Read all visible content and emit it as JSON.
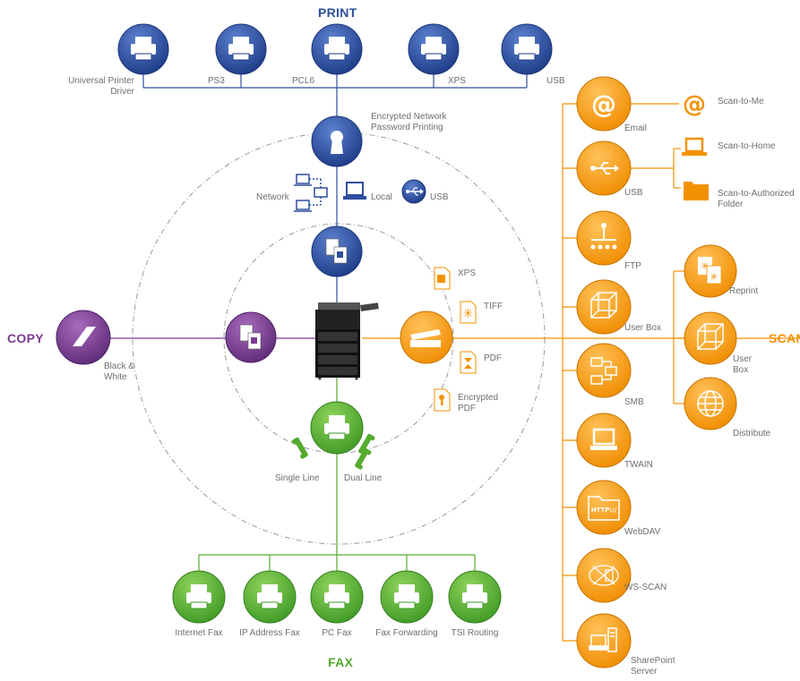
{
  "colors": {
    "print": "#2e4f9e",
    "scan": "#f39200",
    "fax": "#56ab2f",
    "copy": "#7b3a8f",
    "line": "#999999"
  },
  "sections": {
    "print": "PRINT",
    "copy": "COPY",
    "scan": "SCAN",
    "fax": "FAX"
  },
  "print": {
    "drivers": [
      {
        "label": "Universal Printer Driver",
        "icon": "printer-icon"
      },
      {
        "label": "PS3",
        "icon": "printer-icon"
      },
      {
        "label": "PCL6",
        "icon": "printer-icon"
      },
      {
        "label": "XPS",
        "icon": "printer-icon"
      },
      {
        "label": "USB",
        "icon": "printer-icon"
      }
    ],
    "encrypted": "Encrypted Network Password Printing",
    "connections": {
      "network": "Network",
      "local": "Local",
      "usb": "USB"
    }
  },
  "copy": {
    "mode": "Black & White"
  },
  "scan": {
    "formats": [
      "XPS",
      "TIFF",
      "PDF",
      "Encrypted PDF"
    ],
    "destinations": [
      "Email",
      "USB",
      "FTP",
      "User Box",
      "SMB",
      "TWAIN",
      "WebDAV",
      "WS-SCAN",
      "SharePoint Server"
    ],
    "email_branch": [
      "Scan-to-Me"
    ],
    "usb_branch": [
      "Scan-to-Home",
      "Scan-to-Authorized Folder"
    ],
    "userbox_branch": [
      "Reprint",
      "User Box",
      "Distribute"
    ]
  },
  "fax": {
    "lines": [
      "Single Line",
      "Dual Line"
    ],
    "functions": [
      "Internet Fax",
      "IP Address Fax",
      "PC Fax",
      "Fax Forwarding",
      "TSI Routing"
    ]
  }
}
